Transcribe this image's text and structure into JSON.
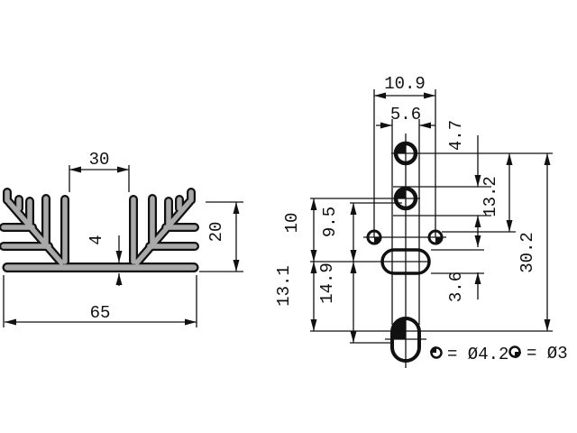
{
  "colors": {
    "background": "#ffffff",
    "line": "#111111",
    "profile_fill": "#a9a9a9"
  },
  "front_view": {
    "fin_channel_width": "30",
    "base_thickness": "4",
    "profile_height": "20",
    "overall_width": "65"
  },
  "drill_view": {
    "outer_hole_spacing": "10.9",
    "slot_width": "5.6",
    "upper_hole_offset": "4.7",
    "upper_to_side_holes": "13.2",
    "center_upper": "10",
    "center_upper_alt": "9.5",
    "center_lower": "13.1",
    "center_lower_alt": "14.9",
    "slot_height": "3.6",
    "overall_height": "30.2"
  },
  "legend": {
    "large_hole_symbol": "quarter-filled-circle-upper-left",
    "large_hole_label": "= Ø4.2",
    "small_hole_symbol": "quarter-filled-circle-lower-right",
    "small_hole_label": "= Ø3"
  }
}
